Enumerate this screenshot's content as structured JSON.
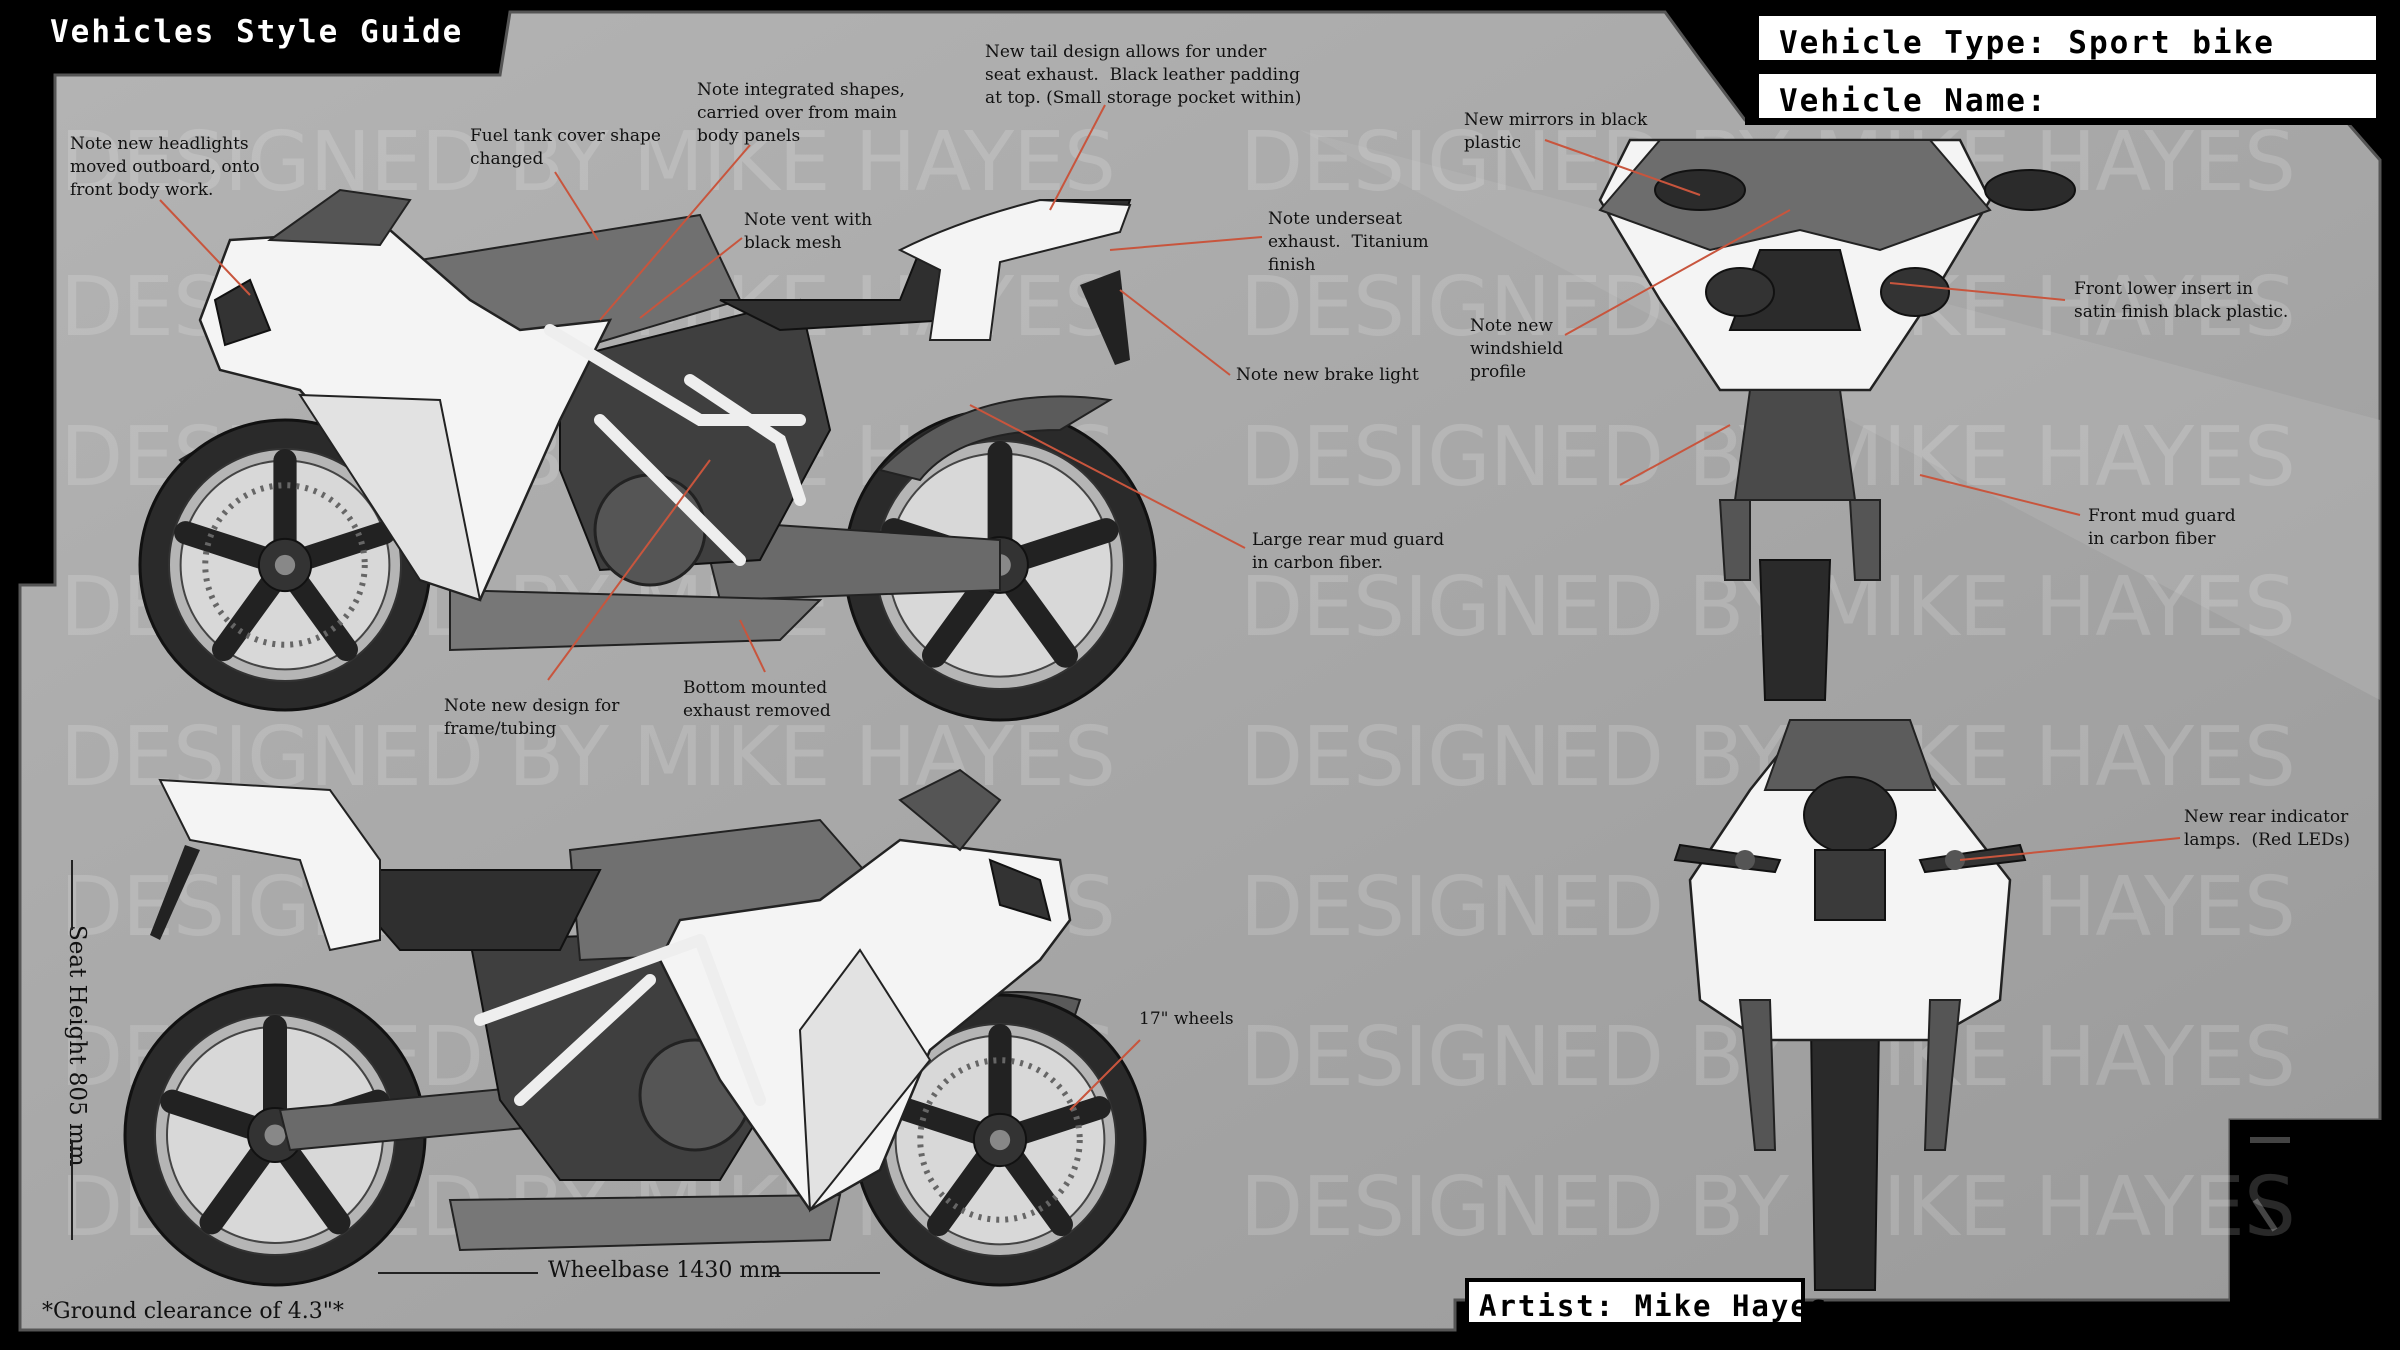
{
  "header": {
    "title": "Vehicles Style Guide"
  },
  "info": {
    "vehicle_type": "Vehicle Type: Sport bike",
    "vehicle_name": "Vehicle Name:"
  },
  "watermark": "DESIGNED BY MIKE HAYES",
  "footer": {
    "artist": "Artist: Mike Hayes"
  },
  "dimensions": {
    "seat_height": "Seat Height 805 mm",
    "wheelbase": "Wheelbase 1430 mm",
    "ground_clearance": "*Ground clearance of 4.3\"*"
  },
  "notes": {
    "headlights": "Note new headlights\nmoved outboard, onto\nfront body work.",
    "fuel_tank": "Fuel tank cover shape\nchanged",
    "integrated_shapes": "Note integrated shapes,\ncarried over from main\nbody panels",
    "vent": "Note vent with\nblack mesh",
    "tail_design": "New tail design allows for under\nseat exhaust.  Black leather padding\nat top. (Small storage pocket within)",
    "underseat_exhaust": "Note underseat\nexhaust.  Titanium\nfinish",
    "brake_light": "Note new brake light",
    "rear_mud_guard": "Large rear mud guard\nin carbon fiber.",
    "frame": "Note new design for\nframe/tubing",
    "bottom_exhaust": "Bottom mounted\nexhaust removed",
    "wheels": "17\" wheels",
    "mirrors": "New mirrors in black\nplastic",
    "windshield": "Note new\nwindshield\nprofile",
    "front_insert": "Front lower insert in\nsatin finish black plastic.",
    "front_mud_guard": "Front mud guard\nin carbon fiber",
    "rear_indicator": "New rear indicator\nlamps.  (Red LEDs)"
  },
  "colors": {
    "panel": "#a9a9a9",
    "accent_line": "#c8553d",
    "body_white": "#f4f4f4",
    "dark": "#2b2b2b"
  }
}
